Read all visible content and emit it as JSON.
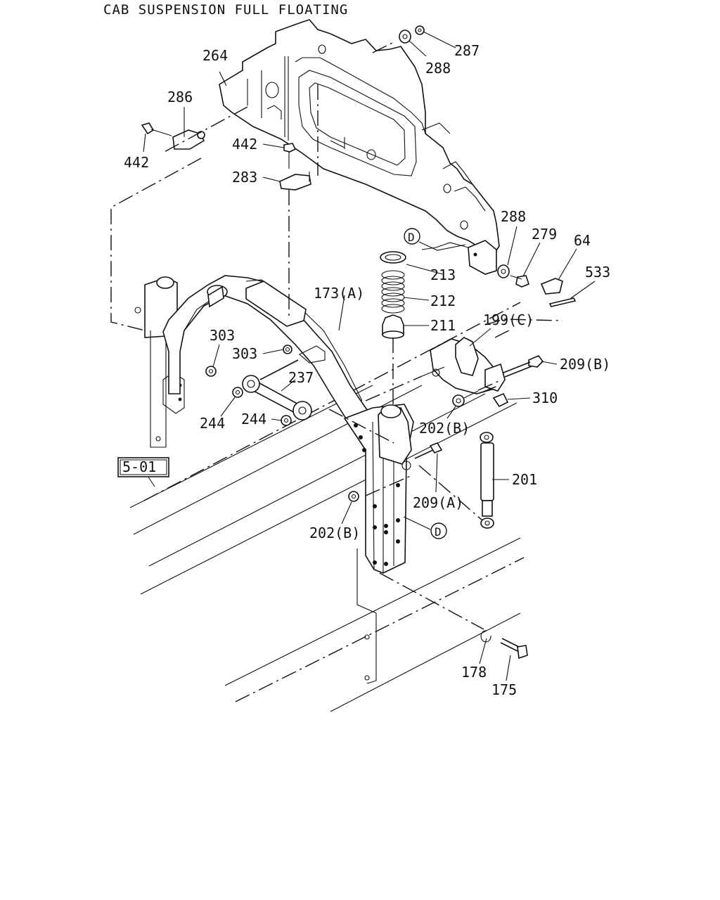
{
  "title": "CAB SUSPENSION FULL FLOATING",
  "ref_box": "5-01",
  "circle_marker": "D",
  "callouts": {
    "c264": "264",
    "c286": "286",
    "c442a": "442",
    "c442b": "442",
    "c283": "283",
    "c287": "287",
    "c288a": "288",
    "c288b": "288",
    "c279": "279",
    "c64": "64",
    "c533": "533",
    "c213": "213",
    "c212": "212",
    "c211": "211",
    "c199c": "199(C)",
    "c209b": "209(B)",
    "c310": "310",
    "c202b_a": "202(B)",
    "c201": "201",
    "c209a": "209(A)",
    "c202b_b": "202(B)",
    "c173a": "173(A)",
    "c303a": "303",
    "c303b": "303",
    "c237": "237",
    "c244a": "244",
    "c244b": "244",
    "c178": "178",
    "c175": "175"
  }
}
